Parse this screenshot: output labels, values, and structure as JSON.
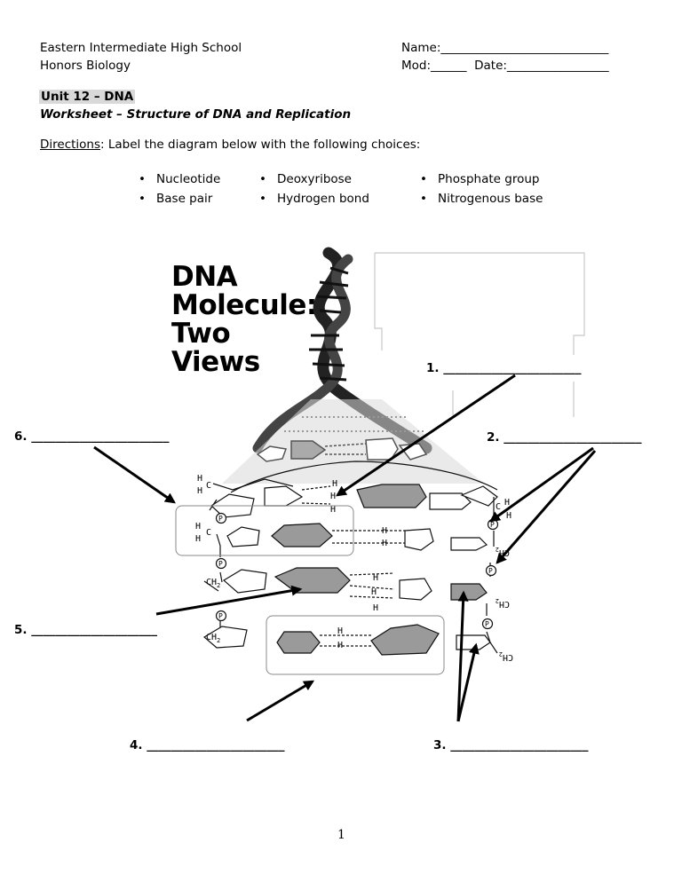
{
  "header": {
    "school": "Eastern Intermediate High School",
    "course": "Honors Biology",
    "name_line": "Name:____________________________",
    "mod_date_line": "Mod:______  Date:_________________"
  },
  "unit_title": "Unit 12 – DNA",
  "worksheet_title": "Worksheet – Structure of DNA and Replication",
  "directions": {
    "label": "Directions",
    "text": ": Label the diagram below with the following choices:"
  },
  "choices": [
    [
      "Nucleotide",
      "Deoxyribose",
      "Phosphate group"
    ],
    [
      "Base pair",
      "Hydrogen bond",
      "Nitrogenous base"
    ]
  ],
  "diagram": {
    "title_lines": [
      "DNA",
      "Molecule:",
      "Two",
      "Views"
    ],
    "atom_H": "H",
    "atom_C": "C",
    "ch2": "CH",
    "ch2_sub": "2",
    "phosphate": "P"
  },
  "labels": [
    {
      "num": "1.",
      "line": "_______________________"
    },
    {
      "num": "2.",
      "line": "_______________________"
    },
    {
      "num": "3.",
      "line": "_______________________"
    },
    {
      "num": "4.",
      "line": "_______________________"
    },
    {
      "num": "5.",
      "line": "_____________________"
    },
    {
      "num": "6.",
      "line": "_______________________"
    }
  ],
  "page_number": "1"
}
